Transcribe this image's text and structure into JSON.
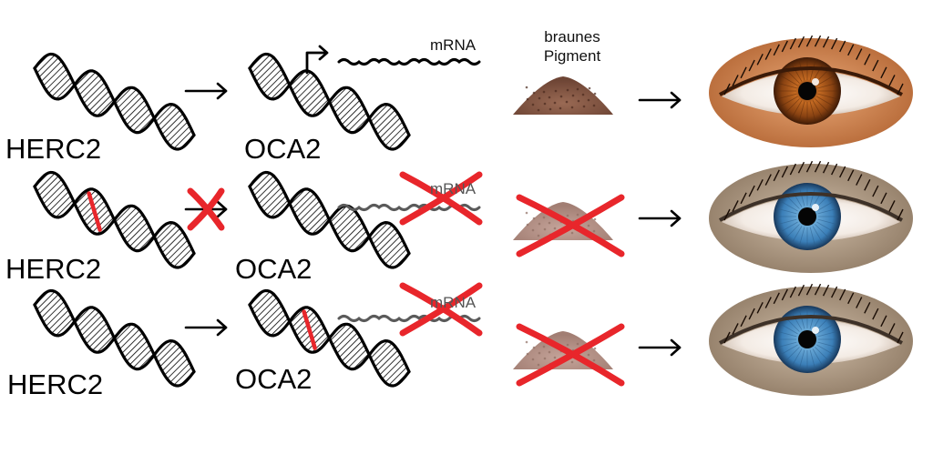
{
  "colors": {
    "ink": "#000000",
    "mutation": "#e8262b",
    "cross": "#e8262b",
    "mrna_inactive": "#5a5a5a",
    "pigment": "#8a5a44",
    "pigment_faded": "#b9938a",
    "brown_iris": "#8a4312",
    "blue_iris": "#3b7fb8"
  },
  "header": {
    "pigment_label_line1": "braunes",
    "pigment_label_line2": "Pigment"
  },
  "rows": [
    {
      "gene1": "HERC2",
      "gene2": "OCA2",
      "mrna_label": "mRNA",
      "mutation_site": "none",
      "activation_blocked": false,
      "mrna_blocked": false,
      "pigment_blocked": false,
      "eye_color": "brown"
    },
    {
      "gene1": "HERC2",
      "gene2": "OCA2",
      "mrna_label": "mRNA",
      "mutation_site": "HERC2",
      "activation_blocked": true,
      "mrna_blocked": true,
      "pigment_blocked": true,
      "eye_color": "blue"
    },
    {
      "gene1": "HERC2",
      "gene2": "OCA2",
      "mrna_label": "mRNA",
      "mutation_site": "OCA2",
      "activation_blocked": false,
      "mrna_blocked": true,
      "pigment_blocked": true,
      "eye_color": "blue"
    }
  ]
}
